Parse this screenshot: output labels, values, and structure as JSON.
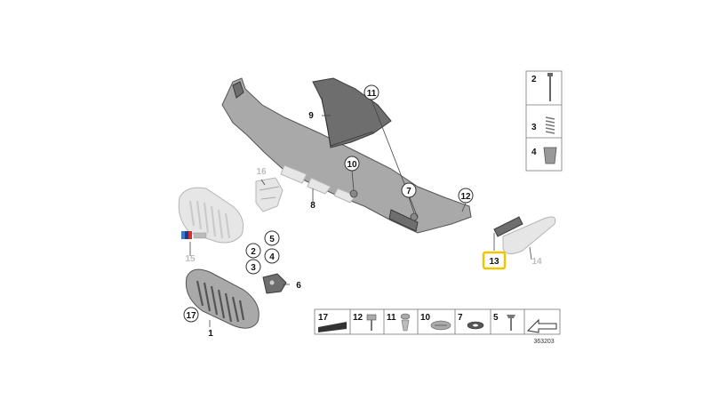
{
  "diagram": {
    "callouts": {
      "c1": "1",
      "c2": "2",
      "c3": "3",
      "c4": "4",
      "c5": "5",
      "c6": "6",
      "c7": "7",
      "c8": "8",
      "c9": "9",
      "c10": "10",
      "c11": "11",
      "c12": "12",
      "c13": "13",
      "c14": "14",
      "c15": "15",
      "c16": "16",
      "c17": "17"
    },
    "side_legend": [
      "2",
      "3",
      "4"
    ],
    "bottom_legend": [
      "17",
      "12",
      "11",
      "10",
      "7",
      "5"
    ],
    "diagram_number": "363203",
    "highlight_color": "#f2c300"
  }
}
